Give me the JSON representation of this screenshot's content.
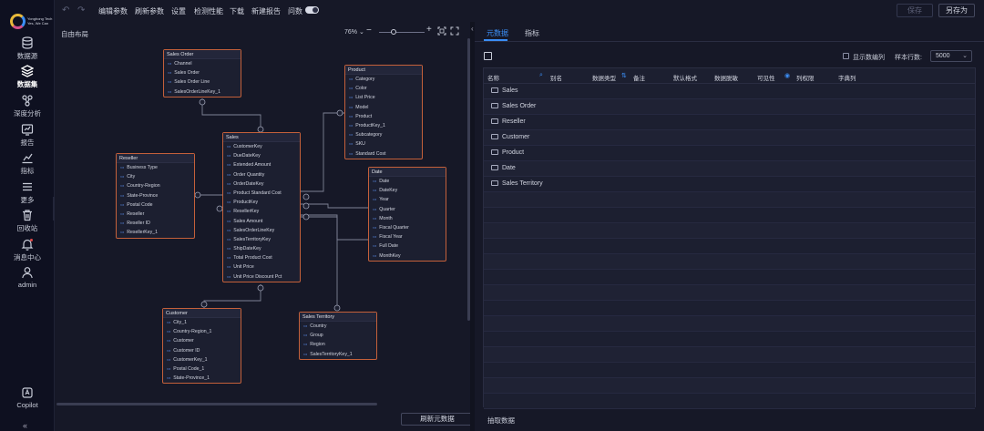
{
  "sidebar": {
    "logo_text": "Yonghong Tech",
    "logo_sub": "Yes, We Can",
    "items": [
      {
        "label": "数据源",
        "icon": "database-icon"
      },
      {
        "label": "数据集",
        "icon": "dataset-icon",
        "active": true
      },
      {
        "label": "深度分析",
        "icon": "analysis-icon"
      },
      {
        "label": "报告",
        "icon": "report-icon"
      },
      {
        "label": "指标",
        "icon": "metric-icon"
      },
      {
        "label": "更多",
        "icon": "menu-icon"
      },
      {
        "label": "回收站",
        "icon": "trash-icon"
      },
      {
        "label": "消息中心",
        "icon": "bell-icon"
      },
      {
        "label": "admin",
        "icon": "user-icon"
      }
    ],
    "copilot": "Copilot",
    "collapse": "«"
  },
  "toolbar": {
    "undo": "↶",
    "redo": "↷",
    "items": [
      "编辑参数",
      "刷新参数",
      "设置",
      "检测性能",
      "下载",
      "新建报告",
      "问数"
    ],
    "save": "保存",
    "save_as": "另存为"
  },
  "canvas": {
    "title": "自由布局",
    "zoom": "76%",
    "refresh_button": "刷新元数据"
  },
  "tables": [
    {
      "id": "salesorder",
      "title": "Sales Order",
      "fields": [
        "Channel",
        "Sales Order",
        "Sales Order Line",
        "SalesOrderLineKey_1"
      ]
    },
    {
      "id": "product",
      "title": "Product",
      "fields": [
        "Category",
        "Color",
        "List Price",
        "Model",
        "Product",
        "ProductKey_1",
        "Subcategory",
        "SKU",
        "Standard Cost"
      ]
    },
    {
      "id": "reseller",
      "title": "Reseller",
      "fields": [
        "Business Type",
        "City",
        "Country-Region",
        "State-Province",
        "Postal Code",
        "Reseller",
        "Reseller ID",
        "ResellerKey_1"
      ]
    },
    {
      "id": "sales",
      "title": "Sales",
      "fields": [
        "CustomerKey",
        "DueDateKey",
        "Extended Amount",
        "Order Quantity",
        "OrderDateKey",
        "Product Standard Cost",
        "ProductKey",
        "ResellerKey",
        "Sales Amount",
        "SalesOrderLineKey",
        "SalesTerritoryKey",
        "ShipDateKey",
        "Total Product Cost",
        "Unit Price",
        "Unit Price Discount Pct"
      ]
    },
    {
      "id": "date",
      "title": "Date",
      "fields": [
        "Date",
        "DateKey",
        "Year",
        "Quarter",
        "Month",
        "Fiscal Quarter",
        "Fiscal Year",
        "Full Date",
        "MonthKey"
      ]
    },
    {
      "id": "customer",
      "title": "Customer",
      "fields": [
        "City_1",
        "Country-Region_1",
        "Customer",
        "Customer ID",
        "CustomerKey_1",
        "Postal Code_1",
        "State-Province_1"
      ]
    },
    {
      "id": "territory",
      "title": "Sales Territory",
      "fields": [
        "Country",
        "Group",
        "Region",
        "SalesTerritoryKey_1"
      ]
    }
  ],
  "right": {
    "tabs": [
      "元数据",
      "指标"
    ],
    "show_encoding": "显示数编列",
    "sample_rows_label": "样本行数:",
    "sample_rows_value": "5000",
    "columns": [
      "名称",
      "别名",
      "数据类型",
      "备注",
      "默认格式",
      "数据脱敏",
      "可见性",
      "列权限",
      "字典列"
    ],
    "rows": [
      "Sales",
      "Sales Order",
      "Reseller",
      "Customer",
      "Product",
      "Date",
      "Sales Territory"
    ],
    "bottom_label": "抽取数据"
  },
  "colors": {
    "accent": "#3b8ef5",
    "table_border": "#c4603a",
    "bg": "#161827"
  }
}
